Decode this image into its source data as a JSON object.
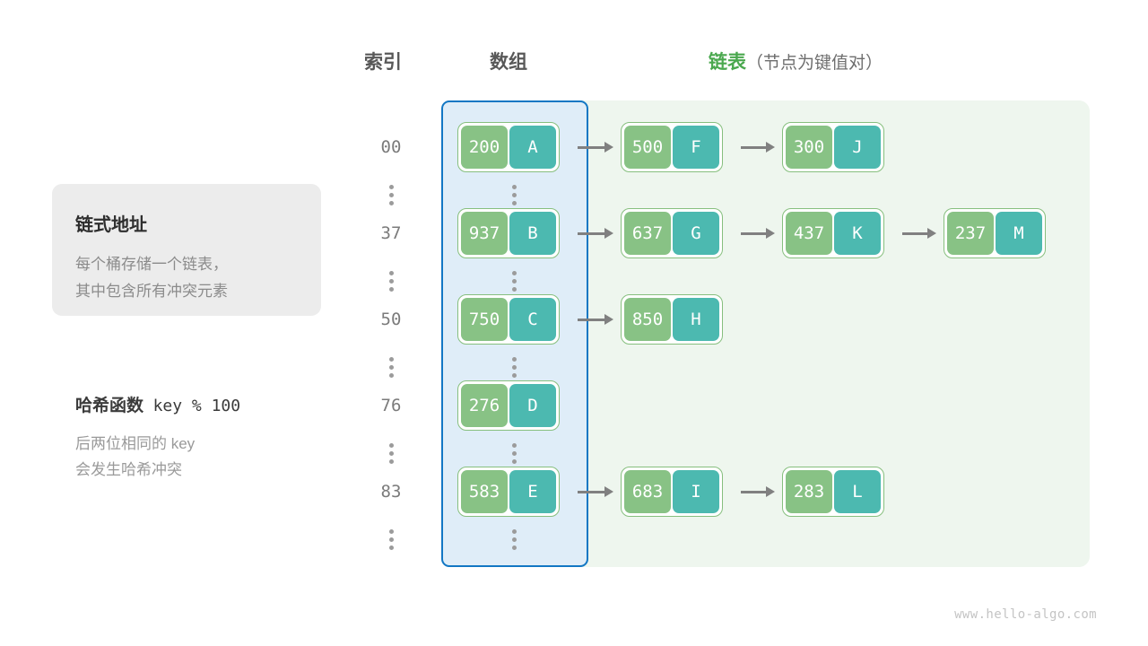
{
  "headers": {
    "index": "索引",
    "array": "数组",
    "list_main": "链表",
    "list_sub": "（节点为键值对）"
  },
  "info_card": {
    "title": "链式地址",
    "line1": "每个桶存储一个链表，",
    "line2": "其中包含所有冲突元素"
  },
  "hash_note": {
    "title_cn": "哈希函数",
    "title_code": "key % 100",
    "line1": "后两位相同的  key",
    "line2": "会发生哈希冲突"
  },
  "buckets": [
    {
      "index": "00",
      "bucket": {
        "key": "200",
        "value": "A"
      },
      "chain": [
        {
          "key": "500",
          "value": "F"
        },
        {
          "key": "300",
          "value": "J"
        }
      ]
    },
    {
      "index": "37",
      "bucket": {
        "key": "937",
        "value": "B"
      },
      "chain": [
        {
          "key": "637",
          "value": "G"
        },
        {
          "key": "437",
          "value": "K"
        },
        {
          "key": "237",
          "value": "M"
        }
      ]
    },
    {
      "index": "50",
      "bucket": {
        "key": "750",
        "value": "C"
      },
      "chain": [
        {
          "key": "850",
          "value": "H"
        }
      ]
    },
    {
      "index": "76",
      "bucket": {
        "key": "276",
        "value": "D"
      },
      "chain": []
    },
    {
      "index": "83",
      "bucket": {
        "key": "583",
        "value": "E"
      },
      "chain": [
        {
          "key": "683",
          "value": "I"
        },
        {
          "key": "283",
          "value": "L"
        }
      ]
    }
  ],
  "ellipsis_rows": 6,
  "watermark": "www.hello-algo.com",
  "colors": {
    "key_box": "#88c285",
    "value_box": "#4cb9b0",
    "node_border": "#86bf7e",
    "array_panel_fill": "#dfedf8",
    "array_panel_border": "#1277c4",
    "list_panel_fill": "#eef6ee",
    "header_accent": "#4aa84e",
    "info_card_fill": "#ececec",
    "arrow": "#808080"
  }
}
